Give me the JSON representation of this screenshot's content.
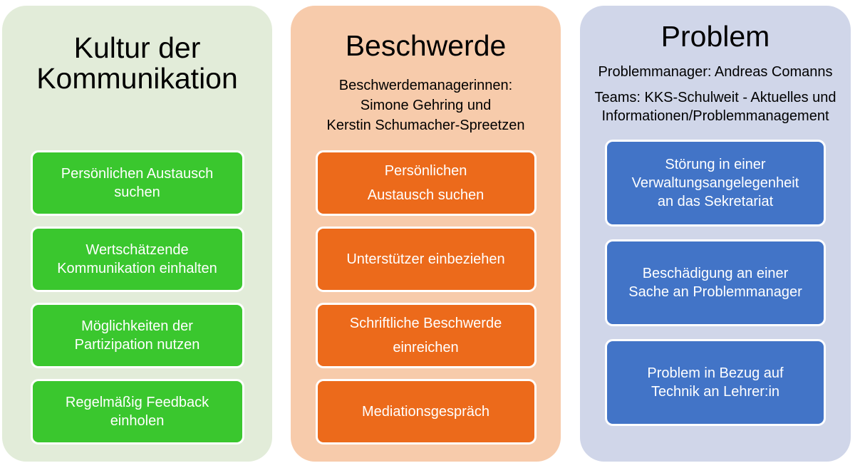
{
  "columns": [
    {
      "key": "kommunikation",
      "title": "Kultur der\nKommunikation",
      "panel_color": "#e2ecd9",
      "box_color": "#3ac72e",
      "items": [
        "Persönlichen Austausch\nsuchen",
        "Wertschätzende\nKommunikation einhalten",
        "Möglichkeiten der\nPartizipation nutzen",
        "Regelmäßig Feedback\neinholen"
      ]
    },
    {
      "key": "beschwerde",
      "title": "Beschwerde",
      "subtitle": "Beschwerdemanagerinnen:\nSimone Gehring und\nKerstin Schumacher-Spreetzen",
      "panel_color": "#f7cbab",
      "box_color": "#ec6a1b",
      "items": [
        "Persönlichen\nAustausch suchen",
        "Unterstützer einbeziehen",
        "Schriftliche Beschwerde\neinreichen",
        "Mediationsgespräch"
      ]
    },
    {
      "key": "problem",
      "title": "Problem",
      "subtitle_1": "Problemmanager: Andreas Comanns",
      "subtitle_2": "Teams: KKS-Schulweit - Aktuelles und\nInformationen/Problemmanagement",
      "panel_color": "#d0d6e9",
      "box_color": "#4274c7",
      "items": [
        "Störung in einer\nVerwaltungsangelegenheit\nan das Sekretariat",
        "Beschädigung an einer\nSache an Problemmanager",
        "Problem in Bezug auf\nTechnik an Lehrer:in"
      ]
    }
  ]
}
